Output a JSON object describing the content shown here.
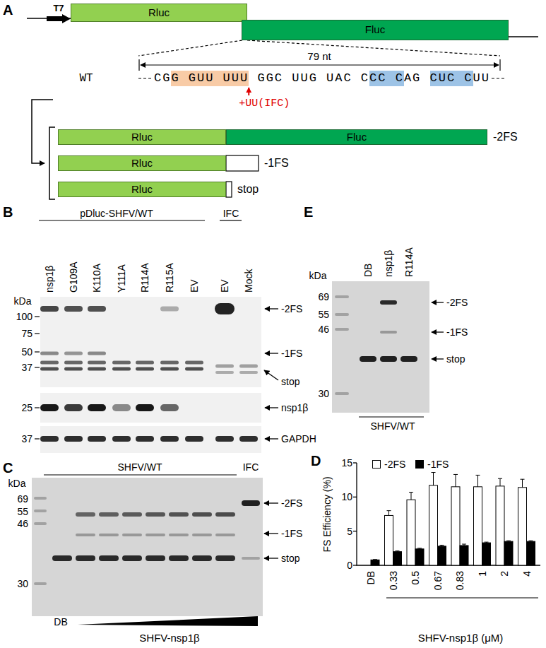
{
  "diagram": {
    "nodes": [
      {
        "text": [
          "T7"
        ]
      },
      {
        "text": [
          "Rluc"
        ]
      },
      {
        "text": [
          "Fluc"
        ]
      },
      {
        "text": [
          "G GUU UUU"
        ]
      },
      {
        "text": [
          "CC C"
        ]
      },
      {
        "text": [
          "CUC C"
        ]
      },
      {
        "text": [
          "Rluc"
        ]
      },
      {
        "text": [
          "Fluc"
        ]
      },
      {
        "text": [
          "Rluc"
        ]
      },
      {
        "text": [
          "Rluc"
        ]
      }
    ],
    "labels": [
      "A",
      "79 nt",
      "WT",
      "CG",
      "GGC UUG UAC C",
      "AG",
      "UU",
      "+UU(IFC)",
      "-2FS",
      "-1FS",
      "stop",
      "B",
      "pDluc-SHFV/WT",
      "IFC",
      "nsp1β",
      "G109A",
      "K110A",
      "Y111A",
      "R114A",
      "R115A",
      "EV",
      "EV",
      "Mock",
      "kDa",
      "100",
      "75",
      "50",
      "37",
      "-2FS",
      "-1FS",
      "stop",
      "25",
      "nsp1β",
      "37",
      "GAPDH",
      "E",
      "kDa",
      "DB",
      "nsp1β",
      "R114A",
      "69",
      "55",
      "46",
      "30",
      "-2FS",
      "-1FS",
      "stop",
      "SHFV/WT",
      "C",
      "kDa",
      "SHFV/WT",
      "IFC",
      "69",
      "55",
      "46",
      "30",
      "-2FS",
      "-1FS",
      "stop",
      "DB",
      "SHFV-nsp1β",
      "D",
      "FS Efficiency (%)",
      "15",
      "10",
      "5",
      "0",
      "DB",
      "0.33",
      "0.5",
      "0.67",
      "0.83",
      "1",
      "2",
      "4",
      "SHFV-nsp1β (μM)"
    ],
    "legend": [
      {
        "text": "-2FS",
        "color": "#ffffff"
      },
      {
        "text": "-1FS",
        "color": "#000000"
      }
    ]
  }
}
